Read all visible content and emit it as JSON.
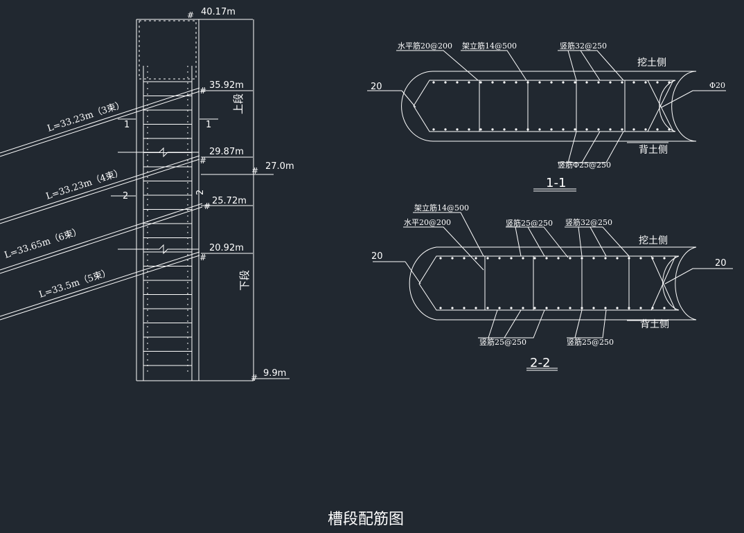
{
  "drawing_title": "槽段配筋图",
  "elevation_view": {
    "elevations": [
      "40.17m",
      "35.92m",
      "29.87m",
      "27.0m",
      "25.72m",
      "20.92m",
      "9.9m"
    ],
    "segment_upper": "上段",
    "segment_lower": "下段",
    "section_mark_1": "1",
    "section_mark_2": "2",
    "anchors": [
      "L=33.23m（3束）",
      "L=33.23m（4束）",
      "L=33.65m（6束）",
      "L=33.5m（5束）"
    ]
  },
  "section_1_1": {
    "title": "1-1",
    "labels": {
      "horizontal_bar": "水平筋20@200",
      "frame_bar": "架立筋14@500",
      "vertical_bar_top": "竖筋32@250",
      "excavation_side": "挖土侧",
      "phi20": "Φ20",
      "dim_20": "20",
      "back_soil_side": "背土侧",
      "vertical_bar_bottom": "竖筋Φ25@250"
    }
  },
  "section_2_2": {
    "title": "2-2",
    "labels": {
      "frame_bar": "架立筋14@500",
      "horizontal_bar": "水平20@200",
      "vertical_bar_top_left": "竖筋25@250",
      "vertical_bar_top_right": "竖筋32@250",
      "excavation_side": "挖土侧",
      "dim_20_left": "20",
      "dim_20_right": "20",
      "back_soil_side": "背土侧",
      "vertical_bar_bottom_left": "竖筋25@250",
      "vertical_bar_bottom_right": "竖筋25@250"
    }
  }
}
